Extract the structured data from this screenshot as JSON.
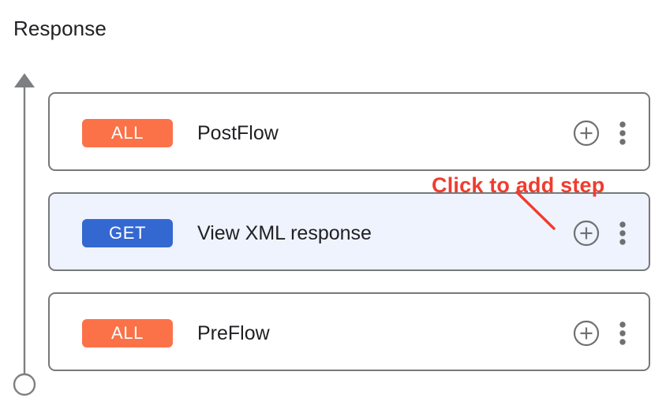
{
  "section": {
    "title": "Response"
  },
  "timeline": {
    "arrow_icon": "arrow-up-icon",
    "endpoint_icon": "circle-endpoint-icon",
    "line_color": "#7d7f82"
  },
  "colors": {
    "badge_all": "#fb7249",
    "badge_get": "#3468d1",
    "row_border": "#77787a",
    "row_selected_background": "#eef3fd",
    "annotation_red": "#f03c2e",
    "icon_gray": "#6f7073"
  },
  "rows": [
    {
      "badge": "ALL",
      "badge_type": "all",
      "label": "PostFlow",
      "selected": false,
      "add_icon": "plus-circle-icon",
      "more_icon": "more-vertical-icon"
    },
    {
      "badge": "GET",
      "badge_type": "get",
      "label": "View XML response",
      "selected": true,
      "add_icon": "plus-circle-icon",
      "more_icon": "more-vertical-icon"
    },
    {
      "badge": "ALL",
      "badge_type": "all",
      "label": "PreFlow",
      "selected": false,
      "add_icon": "plus-circle-icon",
      "more_icon": "more-vertical-icon"
    }
  ],
  "annotation": {
    "text": "Click to add step",
    "pointer_icon": "arrow-pointer-line"
  }
}
